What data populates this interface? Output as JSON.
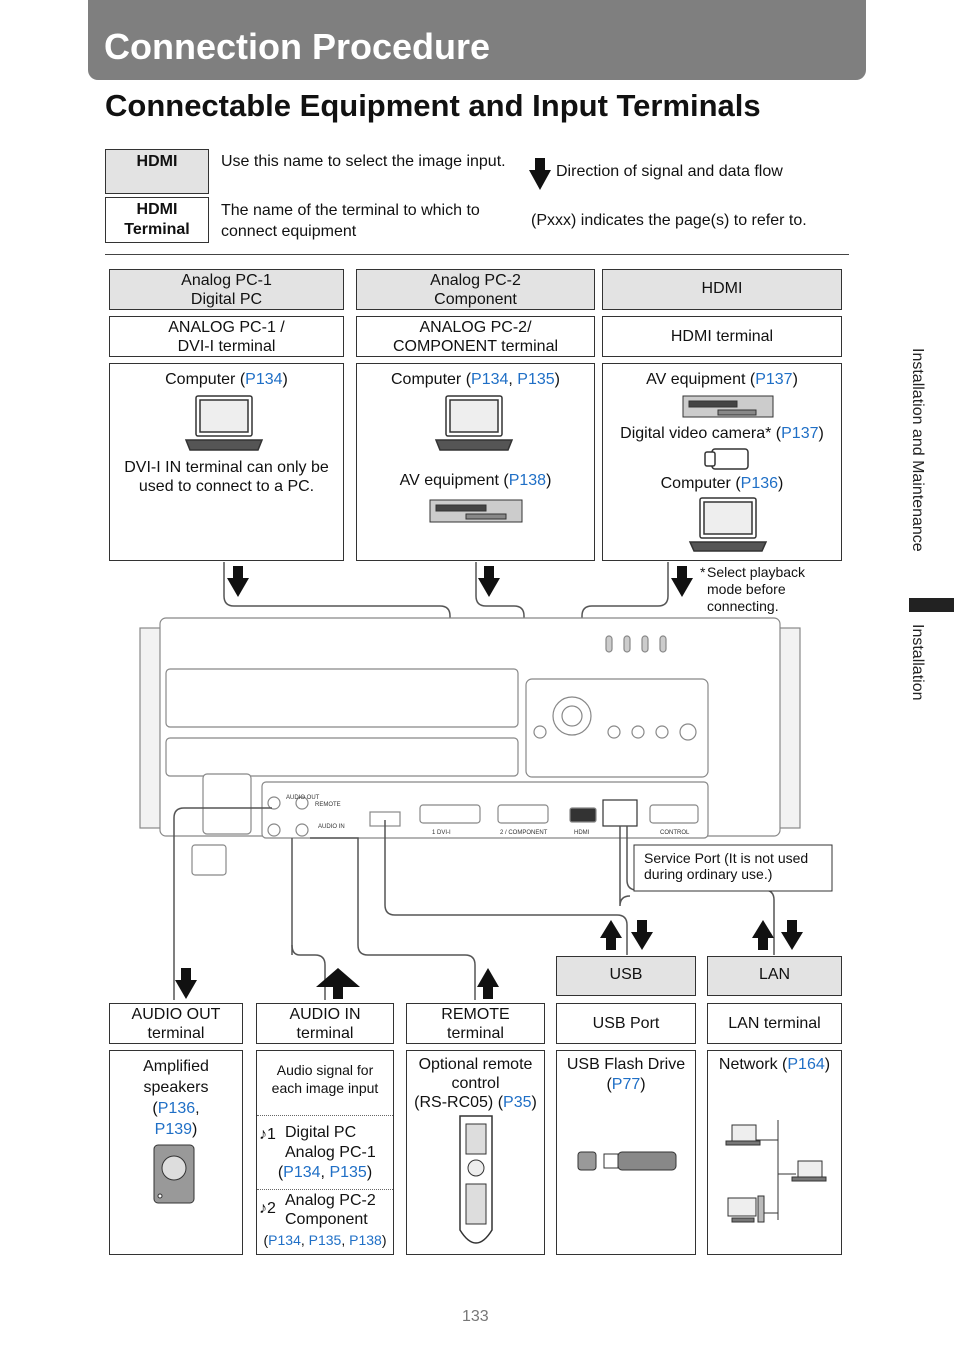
{
  "header": {
    "chapter_title": "Connection Procedure",
    "section_title": "Connectable Equipment and Input Terminals"
  },
  "legend": {
    "name_box": "HDMI",
    "name_desc": "Use this name to select the image input.",
    "terminal_box": "HDMI Terminal",
    "terminal_desc": "The name of the terminal to which to connect equipment",
    "arrow_desc": "Direction of signal and data flow",
    "page_ref_desc": "(Pxxx) indicates the page(s) to refer to."
  },
  "top_columns": [
    {
      "input_name": "Analog PC-1\nDigital PC",
      "terminal": "ANALOG PC-1 /\nDVI-I terminal",
      "items": [
        {
          "text": "Computer (",
          "ref": "P134",
          "after": ")"
        }
      ],
      "note": "DVI-I IN terminal can only be used to connect to a PC."
    },
    {
      "input_name": "Analog PC-2\nComponent",
      "terminal": "ANALOG PC-2/\nCOMPONENT terminal",
      "items": [
        {
          "text": "Computer (",
          "ref": "P134",
          "sep": ", ",
          "ref2": "P135",
          "after": ")"
        },
        {
          "text": "AV equipment (",
          "ref": "P138",
          "after": ")"
        }
      ]
    },
    {
      "input_name": "HDMI",
      "terminal": "HDMI terminal",
      "items": [
        {
          "text": "AV equipment (",
          "ref": "P137",
          "after": ")"
        },
        {
          "text": "Digital video camera* (",
          "ref": "P137",
          "after": ")"
        },
        {
          "text": "Computer (",
          "ref": "P136",
          "after": ")"
        }
      ]
    }
  ],
  "select_playback_note": "Select playback mode before connecting.",
  "asterisk": "*",
  "service_port_note": "Service Port (It is not used during ordinary use.)",
  "projector_labels": {
    "audio_out": "AUDIO OUT",
    "remote": "REMOTE",
    "audio_in": "AUDIO IN",
    "dvi": "1 DVI-I",
    "component": "2 / COMPONENT",
    "hdmi": "HDMI",
    "control": "CONTROL"
  },
  "bottom_columns": [
    {
      "terminal": "AUDIO OUT terminal",
      "desc": "Amplified speakers",
      "refs": [
        "P136",
        "P139"
      ]
    },
    {
      "terminal": "AUDIO IN terminal",
      "desc": "Audio signal for each image input",
      "sub1": "Digital PC\nAnalog PC-1",
      "sub1_refs": [
        "P134",
        "P135"
      ],
      "sub1_mark": "♪1",
      "sub2": "Analog PC-2\nComponent",
      "sub2_refs": [
        "P134",
        "P135",
        "P138"
      ],
      "sub2_mark": "♪2"
    },
    {
      "terminal": "REMOTE terminal",
      "desc": "Optional remote control\n(RS-RC05)",
      "refs": [
        "P35"
      ]
    },
    {
      "input_name": "USB",
      "terminal": "USB Port",
      "desc": "USB Flash Drive",
      "refs": [
        "P77"
      ]
    },
    {
      "input_name": "LAN",
      "terminal": "LAN terminal",
      "desc": "Network",
      "refs": [
        "P164"
      ]
    }
  ],
  "side_tab": {
    "upper": "Installation and Maintenance",
    "lower": "Installation"
  },
  "page_number": "133"
}
